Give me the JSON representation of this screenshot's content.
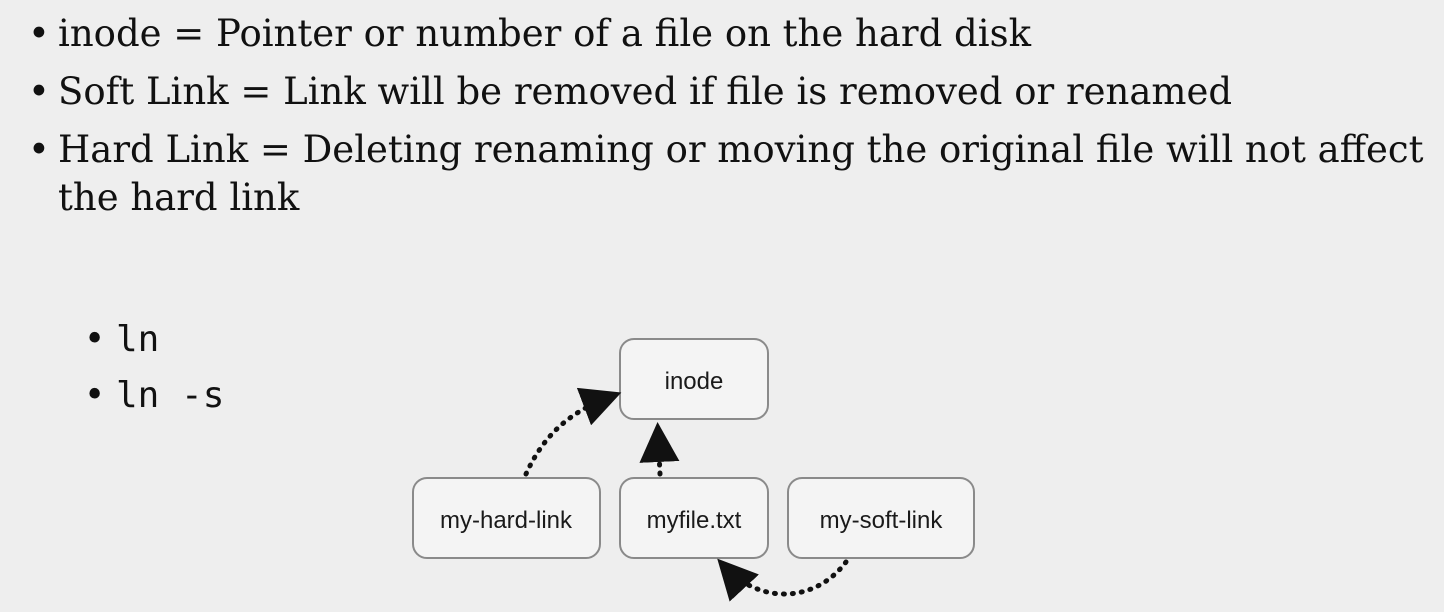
{
  "bullets": [
    {
      "text": "inode = Pointer or number of a file on the hard disk"
    },
    {
      "text": "Soft Link = Link will be removed if file is removed or renamed"
    },
    {
      "text": "Hard Link = Deleting renaming or moving the original file will not affect the hard link"
    }
  ],
  "commands": [
    {
      "text": "ln"
    },
    {
      "text": "ln -s"
    }
  ],
  "diagram": {
    "nodes": {
      "inode": "inode",
      "hard_link": "my-hard-link",
      "file": "myfile.txt",
      "soft_link": "my-soft-link"
    }
  }
}
